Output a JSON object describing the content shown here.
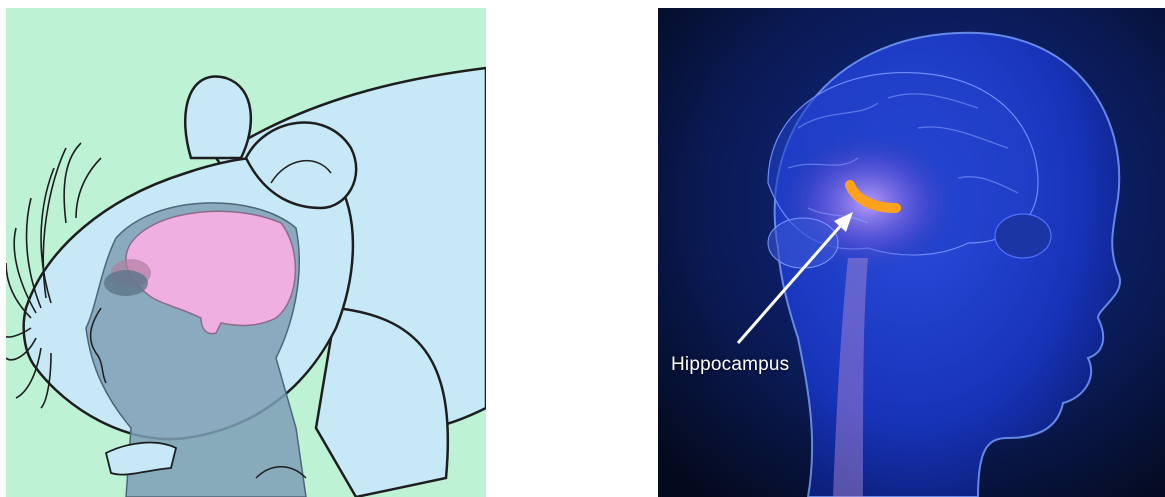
{
  "images": {
    "mouse": {
      "subject": "mouse-head-brain-illustration"
    },
    "human": {
      "subject": "human-head-brain-illustration",
      "label": "Hippocampus"
    }
  },
  "colors": {
    "mouse_background": "#bdf2d5",
    "mouse_skin": "#c7e9f7",
    "mouse_shadow": "#7e9fb5",
    "mouse_brain": "#efb0e1",
    "human_background": "#06102e",
    "human_glow": "#2f5ef2",
    "hippocampus": "#ffa21b"
  }
}
